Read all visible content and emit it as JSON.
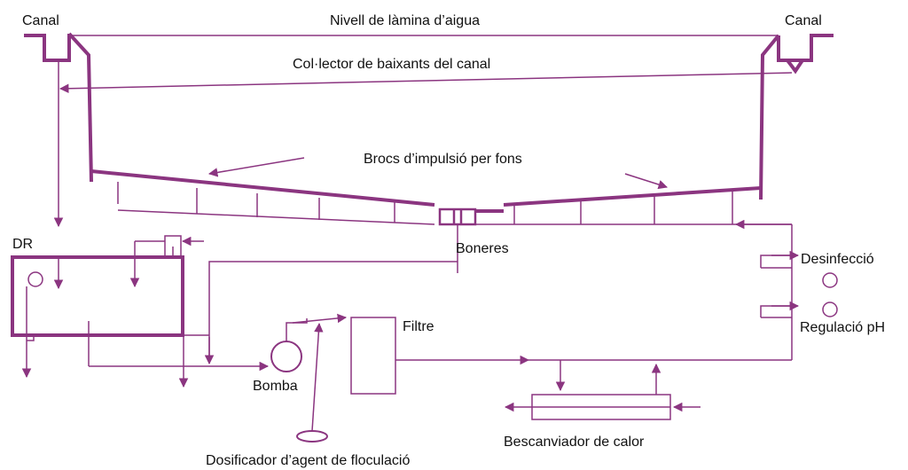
{
  "colors": {
    "line": "#8b3580",
    "text": "#111111"
  },
  "labels": {
    "canal_left": "Canal",
    "canal_right": "Canal",
    "water_level": "Nivell de làmina d’aigua",
    "collector": "Col·lector de baixants del canal",
    "inlets": "Brocs d’impulsió per fons",
    "drains": "Boneres",
    "dr": "DR",
    "disinfection": "Desinfecció",
    "ph_regulation": "Regulació pH",
    "filter": "Filtre",
    "pump": "Bomba",
    "heat_exchanger": "Bescanviador de calor",
    "flocculant_doser": "Dosificador d’agent de floculació"
  }
}
